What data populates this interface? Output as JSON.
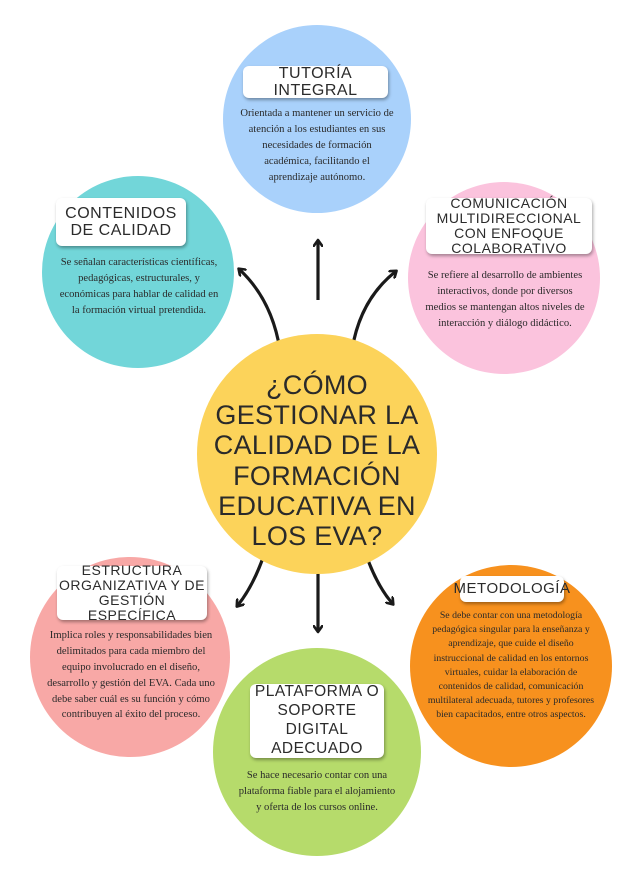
{
  "center": {
    "question": "¿Cómo gestionar la calidad de la formación educativa en los EVA?",
    "color": "#FCD35A"
  },
  "nodes": {
    "tutoria": {
      "title": "Tutoría integral",
      "text": "Orientada a mantener un servicio de atención a los estudiantes en sus necesidades de formación académica, facilitando el aprendizaje autónomo.",
      "color": "#A9D1FB"
    },
    "contenidos": {
      "title": "Contenidos de calidad",
      "text": "Se señalan características científicas, pedagógicas, estructurales, y económicas para hablar de calidad en la formación virtual pretendida.",
      "color": "#72D6D9"
    },
    "comunicacion": {
      "title": "Comunicación multidireccional con enfoque colaborativo",
      "text": "Se refiere al desarrollo de ambientes interactivos, donde por diversos medios se mantengan altos niveles de interacción y diálogo didáctico.",
      "color": "#FBC3DD"
    },
    "estructura": {
      "title": "Estructura organizativa y de gestión específica",
      "text": "Implica roles y responsabilidades bien delimitados para cada miembro del equipo involucrado en el diseño, desarrollo y gestión del EVA. Cada uno debe saber cuál es su función y cómo contribuyen al éxito del proceso.",
      "color": "#F8A8A6"
    },
    "metodologia": {
      "title": "Metodología",
      "text": "Se debe contar con una metodología pedagógica singular para la enseñanza y aprendizaje, que cuide el diseño instruccional de calidad en los entornos virtuales, cuidar la elaboración de contenidos de calidad, comunicación multilateral adecuada, tutores y profesores bien capacitados, entre otros aspectos.",
      "color": "#F7911E"
    },
    "plataforma": {
      "title": "Plataforma o soporte digital adecuado",
      "text": "Se hace necesario contar con una plataforma fiable para el alojamiento y oferta de los cursos online.",
      "color": "#B6DB6B"
    }
  }
}
